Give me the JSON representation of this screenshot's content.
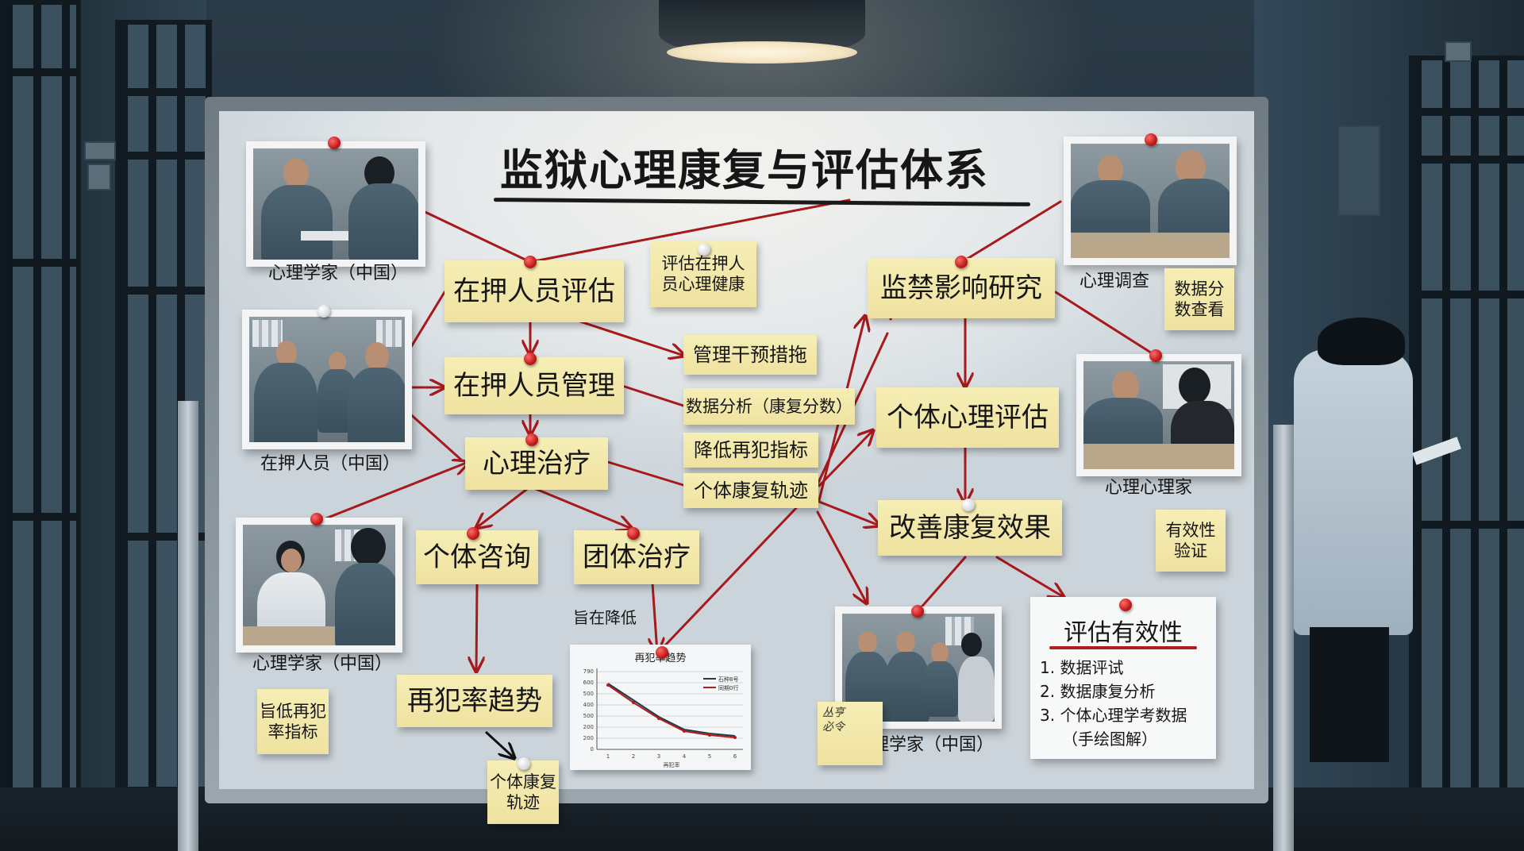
{
  "scene": {
    "setting": "prison corridor with whiteboard mind map",
    "lamp": "ceiling-lamp",
    "background_person": "staff member in white coat reading document"
  },
  "board": {
    "title": "监狱心理康复与评估体系",
    "colors": {
      "note": "#f3e8a9",
      "string": "#b21c1c",
      "pin_red": "#c21a1a",
      "ink": "#161616",
      "board": "#e4e8ea"
    },
    "photos": [
      {
        "id": "photo-psychologist-1",
        "caption": "心理学家（中国）"
      },
      {
        "id": "photo-detainees",
        "caption": "在押人员（中国）"
      },
      {
        "id": "photo-psychologist-2",
        "caption": "心理学家（中国）"
      },
      {
        "id": "photo-survey",
        "caption": "心理调查"
      },
      {
        "id": "photo-counselor",
        "caption": "心理心理家"
      },
      {
        "id": "photo-group",
        "caption": "心理学家（中国）"
      }
    ],
    "nodes": {
      "detainee_assessment": "在押人员评估",
      "detainee_management": "在押人员管理",
      "psych_therapy": "心理治疗",
      "individual_counseling": "个体咨询",
      "group_therapy": "团体治疗",
      "recidivism_trend": "再犯率趋势",
      "assess_mental_health": "评估在押人\n员心理健康",
      "management_intervention": "管理干预措拖",
      "data_analysis": "数据分析（康复分数）",
      "reduce_recidivism": "降低再犯指标",
      "individual_trajectory": "个体康复轨迹",
      "incarceration_study": "监禁影响研究",
      "individual_psych_assessment": "个体心理评估",
      "improve_outcome": "改善康复效果",
      "data_score_view": "数据分\n数查看",
      "validity_check": "有效性\n验证",
      "aim_reduce_indicator": "旨低再犯\n率指标",
      "trajectory_bottom": "个体康复\n轨迹",
      "aim_to_reduce": "旨在降低"
    },
    "evaluation_card": {
      "title": "评估有效性",
      "items": [
        "1. 数据评试",
        "2. 数据康复分析",
        "3. 个体心理学考数据",
        "（手绘图解）"
      ]
    },
    "scribble_note": "丛亨\n必令"
  },
  "chart_data": {
    "type": "line",
    "title": "再犯率趋势",
    "xlabel": "再犯率",
    "ylabel": "",
    "categories": [
      "1",
      "2",
      "3",
      "4",
      "5",
      "6"
    ],
    "y_ticks": [
      "0",
      "200",
      "200",
      "500",
      "400",
      "500",
      "600",
      "790"
    ],
    "ylim": [
      0,
      700
    ],
    "legend_position": "top-right",
    "grid": true,
    "series": [
      {
        "name": "石种8号",
        "color": "#1f3a4a",
        "values": [
          600,
          430,
          290,
          170,
          120,
          100
        ]
      },
      {
        "name": "同期0行",
        "color": "#b21c1c",
        "values": [
          585,
          410,
          275,
          155,
          110,
          90
        ]
      }
    ]
  }
}
